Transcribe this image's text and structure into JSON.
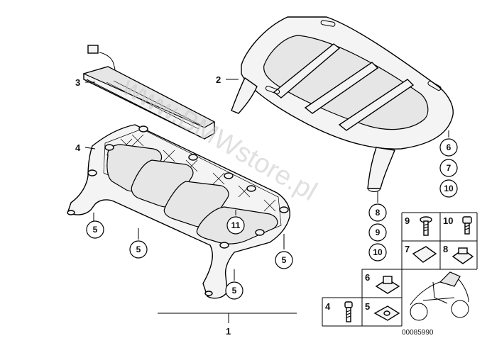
{
  "diagram": {
    "watermark": "www.BMWstore.pl",
    "catalog_number": "00085990",
    "part_labels": {
      "p1": "1",
      "p2": "2",
      "p3": "3",
      "p4": "4"
    },
    "callouts": {
      "c5a": "5",
      "c5b": "5",
      "c5c": "5",
      "c5d": "5",
      "c11": "11",
      "c6": "6",
      "c7": "7",
      "c10a": "10",
      "c8": "8",
      "c9": "9",
      "c10b": "10"
    },
    "legend": {
      "cell9": "9",
      "cell10": "10",
      "cell7": "7",
      "cell8": "8",
      "cell6": "6",
      "cell4": "4",
      "cell5": "5"
    }
  }
}
